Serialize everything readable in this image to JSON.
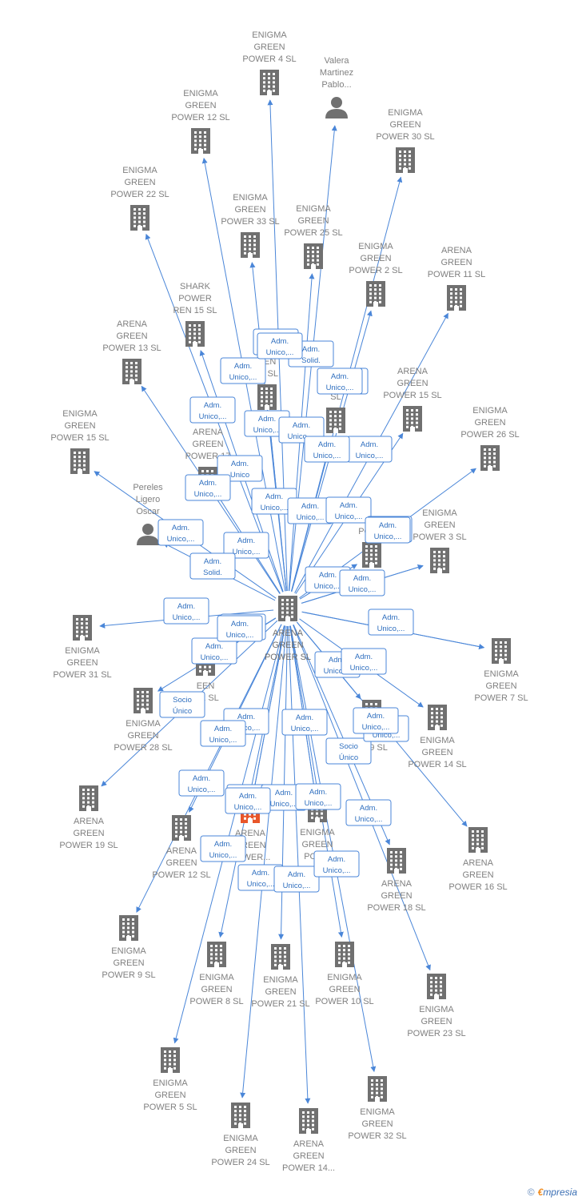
{
  "center": {
    "label": [
      "ARENA",
      "GREEN",
      "POWER  SL"
    ]
  },
  "nodes": [
    {
      "id": "n1",
      "label": [
        "ENIGMA",
        "GREEN",
        "POWER 4  SL"
      ],
      "type": "company"
    },
    {
      "id": "n2",
      "label": [
        "Valera",
        "Martinez",
        "Pablo..."
      ],
      "type": "person"
    },
    {
      "id": "n3",
      "label": [
        "ENIGMA",
        "GREEN",
        "POWER 12  SL"
      ],
      "type": "company"
    },
    {
      "id": "n4",
      "label": [
        "ENIGMA",
        "GREEN",
        "POWER 30  SL"
      ],
      "type": "company"
    },
    {
      "id": "n5",
      "label": [
        "ENIGMA",
        "GREEN",
        "POWER 22  SL"
      ],
      "type": "company"
    },
    {
      "id": "n6",
      "label": [
        "ENIGMA",
        "GREEN",
        "POWER 33  SL"
      ],
      "type": "company"
    },
    {
      "id": "n7",
      "label": [
        "ENIGMA",
        "GREEN",
        "POWER 25  SL"
      ],
      "type": "company"
    },
    {
      "id": "n8",
      "label": [
        "ENIGMA",
        "GREEN",
        "POWER 2  SL"
      ],
      "type": "company"
    },
    {
      "id": "n9",
      "label": [
        "ARENA",
        "GREEN",
        "POWER 11  SL"
      ],
      "type": "company"
    },
    {
      "id": "n10",
      "label": [
        "SHARK",
        "POWER",
        "REN 15  SL"
      ],
      "type": "company"
    },
    {
      "id": "n11",
      "label": [
        "ARENA",
        "GREEN",
        "POWER 13  SL"
      ],
      "type": "company"
    },
    {
      "id": "n12",
      "label": [
        "EN",
        "EEN",
        "11  SL"
      ],
      "type": "company"
    },
    {
      "id": "n13",
      "label": [
        "G",
        "POWER",
        "SL"
      ],
      "type": "company"
    },
    {
      "id": "n14",
      "label": [
        "ARENA",
        "GREEN",
        "POWER 15  SL"
      ],
      "type": "company"
    },
    {
      "id": "n15",
      "label": [
        "ENIGMA",
        "GREEN",
        "POWER 15  SL"
      ],
      "type": "company"
    },
    {
      "id": "n16",
      "label": [
        "ENIGMA",
        "GREEN",
        "POWER 26  SL"
      ],
      "type": "company"
    },
    {
      "id": "n17",
      "label": [
        "ARENA",
        "GREEN",
        "POWER 17"
      ],
      "type": "company"
    },
    {
      "id": "n18",
      "label": [
        "Pereles",
        "Ligero",
        "Oscar"
      ],
      "type": "person"
    },
    {
      "id": "n19",
      "label": [
        "MA",
        "POWE"
      ],
      "type": "company"
    },
    {
      "id": "n20",
      "label": [
        "ENIGMA",
        "GREEN",
        "POWER 3  SL"
      ],
      "type": "company"
    },
    {
      "id": "n21",
      "label": [
        "ENIGMA",
        "GREEN",
        "POWER 31  SL"
      ],
      "type": "company"
    },
    {
      "id": "n22",
      "label": [
        "ENIGMA",
        "GREEN",
        "POWER 7  SL"
      ],
      "type": "company"
    },
    {
      "id": "n23",
      "label": [
        "EEN",
        "R 1  SL"
      ],
      "type": "company"
    },
    {
      "id": "n24",
      "label": [
        "ENIGMA",
        "GREEN",
        "POWER 28  SL"
      ],
      "type": "company"
    },
    {
      "id": "n25",
      "label": [
        "EEN",
        "R 29  SL"
      ],
      "type": "company"
    },
    {
      "id": "n26",
      "label": [
        "ENIGMA",
        "GREEN",
        "POWER 14  SL"
      ],
      "type": "company"
    },
    {
      "id": "n27",
      "label": [
        "ARENA",
        "GREEN",
        "POWER 19  SL"
      ],
      "type": "company"
    },
    {
      "id": "n28",
      "label": [
        "ARENA",
        "GREEN",
        "POWER 12  SL"
      ],
      "type": "company"
    },
    {
      "id": "n29",
      "label": [
        "ARENA",
        "GREEN",
        "POWER..."
      ],
      "type": "company-highlight"
    },
    {
      "id": "n30",
      "label": [
        "ENIGMA",
        "GREEN",
        "POWE"
      ],
      "type": "company"
    },
    {
      "id": "n31",
      "label": [
        "ARENA",
        "GREEN",
        "POWER 16  SL"
      ],
      "type": "company"
    },
    {
      "id": "n32",
      "label": [
        "ARENA",
        "GREEN",
        "POWER 18  SL"
      ],
      "type": "company"
    },
    {
      "id": "n33",
      "label": [
        "ENIGMA",
        "GREEN",
        "POWER 9  SL"
      ],
      "type": "company"
    },
    {
      "id": "n34",
      "label": [
        "ENIGMA",
        "GREEN",
        "POWER 8  SL"
      ],
      "type": "company"
    },
    {
      "id": "n35",
      "label": [
        "ENIGMA",
        "GREEN",
        "POWER 21  SL"
      ],
      "type": "company"
    },
    {
      "id": "n36",
      "label": [
        "ENIGMA",
        "GREEN",
        "POWER 10  SL"
      ],
      "type": "company"
    },
    {
      "id": "n37",
      "label": [
        "ENIGMA",
        "GREEN",
        "POWER 23  SL"
      ],
      "type": "company"
    },
    {
      "id": "n38",
      "label": [
        "ENIGMA",
        "GREEN",
        "POWER 5  SL"
      ],
      "type": "company"
    },
    {
      "id": "n39",
      "label": [
        "ENIGMA",
        "GREEN",
        "POWER 32  SL"
      ],
      "type": "company"
    },
    {
      "id": "n40",
      "label": [
        "ENIGMA",
        "GREEN",
        "POWER 24  SL"
      ],
      "type": "company"
    },
    {
      "id": "n41",
      "label": [
        "ARENA",
        "GREEN",
        "POWER 14..."
      ],
      "type": "company"
    }
  ],
  "relations": [
    {
      "target": "n1",
      "label": [
        "Adm.",
        "Unico,..."
      ]
    },
    {
      "target": "n2",
      "label": [
        "Adm.",
        "Solid."
      ]
    },
    {
      "target": "n3",
      "label": [
        "Adm.",
        "Unico,..."
      ]
    },
    {
      "target": "n4",
      "label": [
        "Adm.",
        "Unico,..."
      ]
    },
    {
      "target": "n5",
      "label": [
        "Adm.",
        "Unico,..."
      ]
    },
    {
      "target": "n6",
      "label": [
        "Adm.",
        "Unico,..."
      ]
    },
    {
      "target": "n7",
      "label": [
        "Adm.",
        "Unico,..."
      ]
    },
    {
      "target": "n8",
      "label": [
        "Adm.",
        "Unico,..."
      ]
    },
    {
      "target": "n9",
      "label": [
        "Adm.",
        "Unico,..."
      ]
    },
    {
      "target": "n10",
      "label": [
        "Adm.",
        "Unico"
      ]
    },
    {
      "target": "n11",
      "label": [
        "Adm.",
        "Unico,..."
      ]
    },
    {
      "target": "n12",
      "label": [
        "Adm.",
        "Unico,..."
      ]
    },
    {
      "target": "n13",
      "label": [
        "Adm.",
        "Unico,..."
      ]
    },
    {
      "target": "n14",
      "label": [
        "Adm.",
        "Unico,..."
      ]
    },
    {
      "target": "n15",
      "label": [
        "Adm.",
        "Unico,..."
      ]
    },
    {
      "target": "n16",
      "label": [
        "Adm.",
        "Unico,..."
      ]
    },
    {
      "target": "n17",
      "label": [
        "Adm.",
        "Unico,..."
      ]
    },
    {
      "target": "n18",
      "label": [
        "Adm.",
        "Solid."
      ]
    },
    {
      "target": "n19",
      "label": [
        "Adm.",
        "Unico,..."
      ]
    },
    {
      "target": "n20",
      "label": [
        "Adm.",
        "Unico,..."
      ]
    },
    {
      "target": "n21",
      "label": [
        "Adm.",
        "Unico,..."
      ]
    },
    {
      "target": "n22",
      "label": [
        "Adm.",
        "Unico,..."
      ]
    },
    {
      "target": "n23",
      "label": [
        "Adm.",
        "Unico,..."
      ]
    },
    {
      "target": "n24",
      "label": [
        "Socio",
        "Único"
      ]
    },
    {
      "target": "n25",
      "label": [
        "Socio",
        "Único"
      ]
    },
    {
      "target": "n26",
      "label": [
        "Adm.",
        "Unico,..."
      ]
    },
    {
      "target": "n27",
      "label": [
        "Adm.",
        "Unico,..."
      ]
    },
    {
      "target": "n28",
      "label": [
        "Adm.",
        "Unico,..."
      ]
    },
    {
      "target": "n29",
      "label": [
        "Adm.",
        "Unico,..."
      ]
    },
    {
      "target": "n30",
      "label": [
        "Adm.",
        "Unico,..."
      ]
    },
    {
      "target": "n31",
      "label": [
        "Adm.",
        "Unico,..."
      ]
    },
    {
      "target": "n32",
      "label": [
        "Adm.",
        "Unico,..."
      ]
    },
    {
      "target": "n33",
      "label": [
        "Adm.",
        "Unico,..."
      ]
    },
    {
      "target": "n34",
      "label": [
        "Adm.",
        "Unico,..."
      ]
    },
    {
      "target": "n35",
      "label": [
        "Adm.",
        "Unico,..."
      ]
    },
    {
      "target": "n36",
      "label": [
        "Adm.",
        "Unico,..."
      ]
    },
    {
      "target": "n37",
      "label": [
        "Adm.",
        "Unico,..."
      ]
    },
    {
      "target": "n38",
      "label": [
        "Adm.",
        "Unico,..."
      ]
    },
    {
      "target": "n39",
      "label": [
        "Adm.",
        "Unico,..."
      ]
    },
    {
      "target": "n40",
      "label": [
        "Adm.",
        "Unico,..."
      ]
    },
    {
      "target": "n41",
      "label": [
        "Adm.",
        "Unico,..."
      ]
    },
    {
      "target": "n20",
      "label": [
        "Adm.",
        "Unico,..."
      ]
    },
    {
      "target": "n22",
      "label": [
        "Adm.",
        "Unico,..."
      ]
    },
    {
      "target": "n13",
      "label": [
        "Adm.",
        "Unico,..."
      ]
    },
    {
      "target": "n12",
      "label": [
        "Adm.",
        "Unico,..."
      ]
    },
    {
      "target": "n30",
      "label": [
        "Adm.",
        "Unico,..."
      ]
    },
    {
      "target": "n29",
      "label": [
        "Adm.",
        "Unico,..."
      ]
    }
  ],
  "footer": {
    "copyright": "©",
    "brand_first": "€",
    "brand_rest": "mpresia"
  },
  "colors": {
    "edge": "#4a86d8",
    "node_icon": "#707070",
    "highlight_icon": "#e8562a"
  }
}
